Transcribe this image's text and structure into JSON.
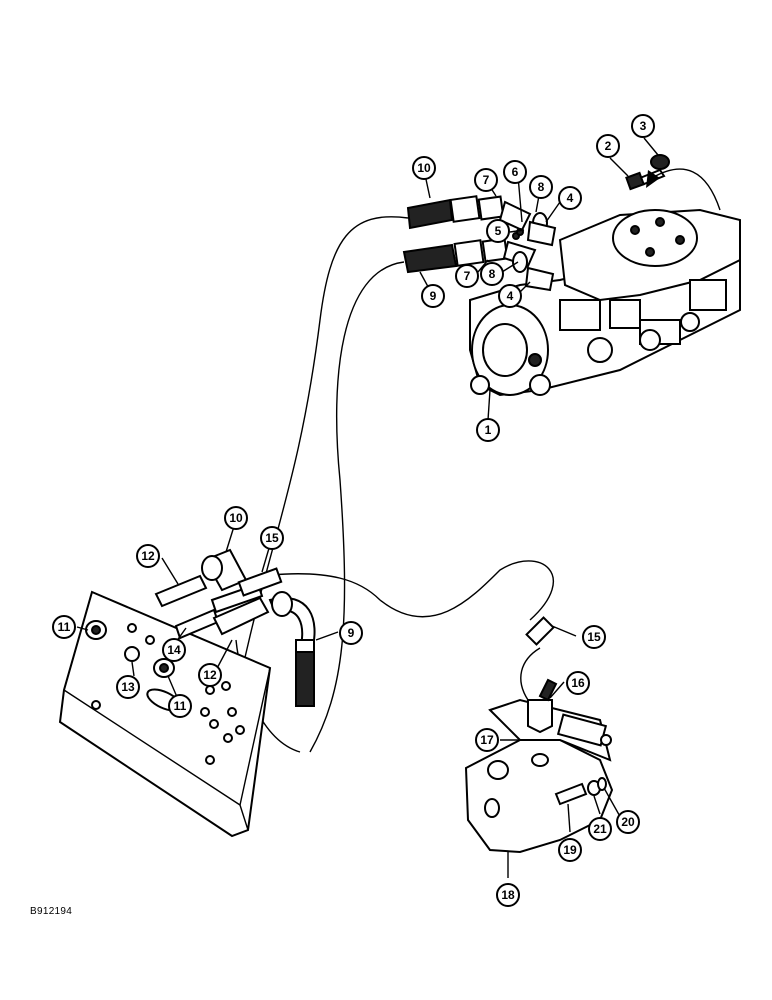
{
  "ref_code": "B912194",
  "callouts": [
    "1",
    "2",
    "3",
    "4",
    "4",
    "5",
    "6",
    "7",
    "7",
    "8",
    "8",
    "9",
    "9",
    "10",
    "10",
    "11",
    "11",
    "12",
    "12",
    "13",
    "14",
    "15",
    "15",
    "16",
    "17",
    "18",
    "19",
    "20",
    "21"
  ]
}
